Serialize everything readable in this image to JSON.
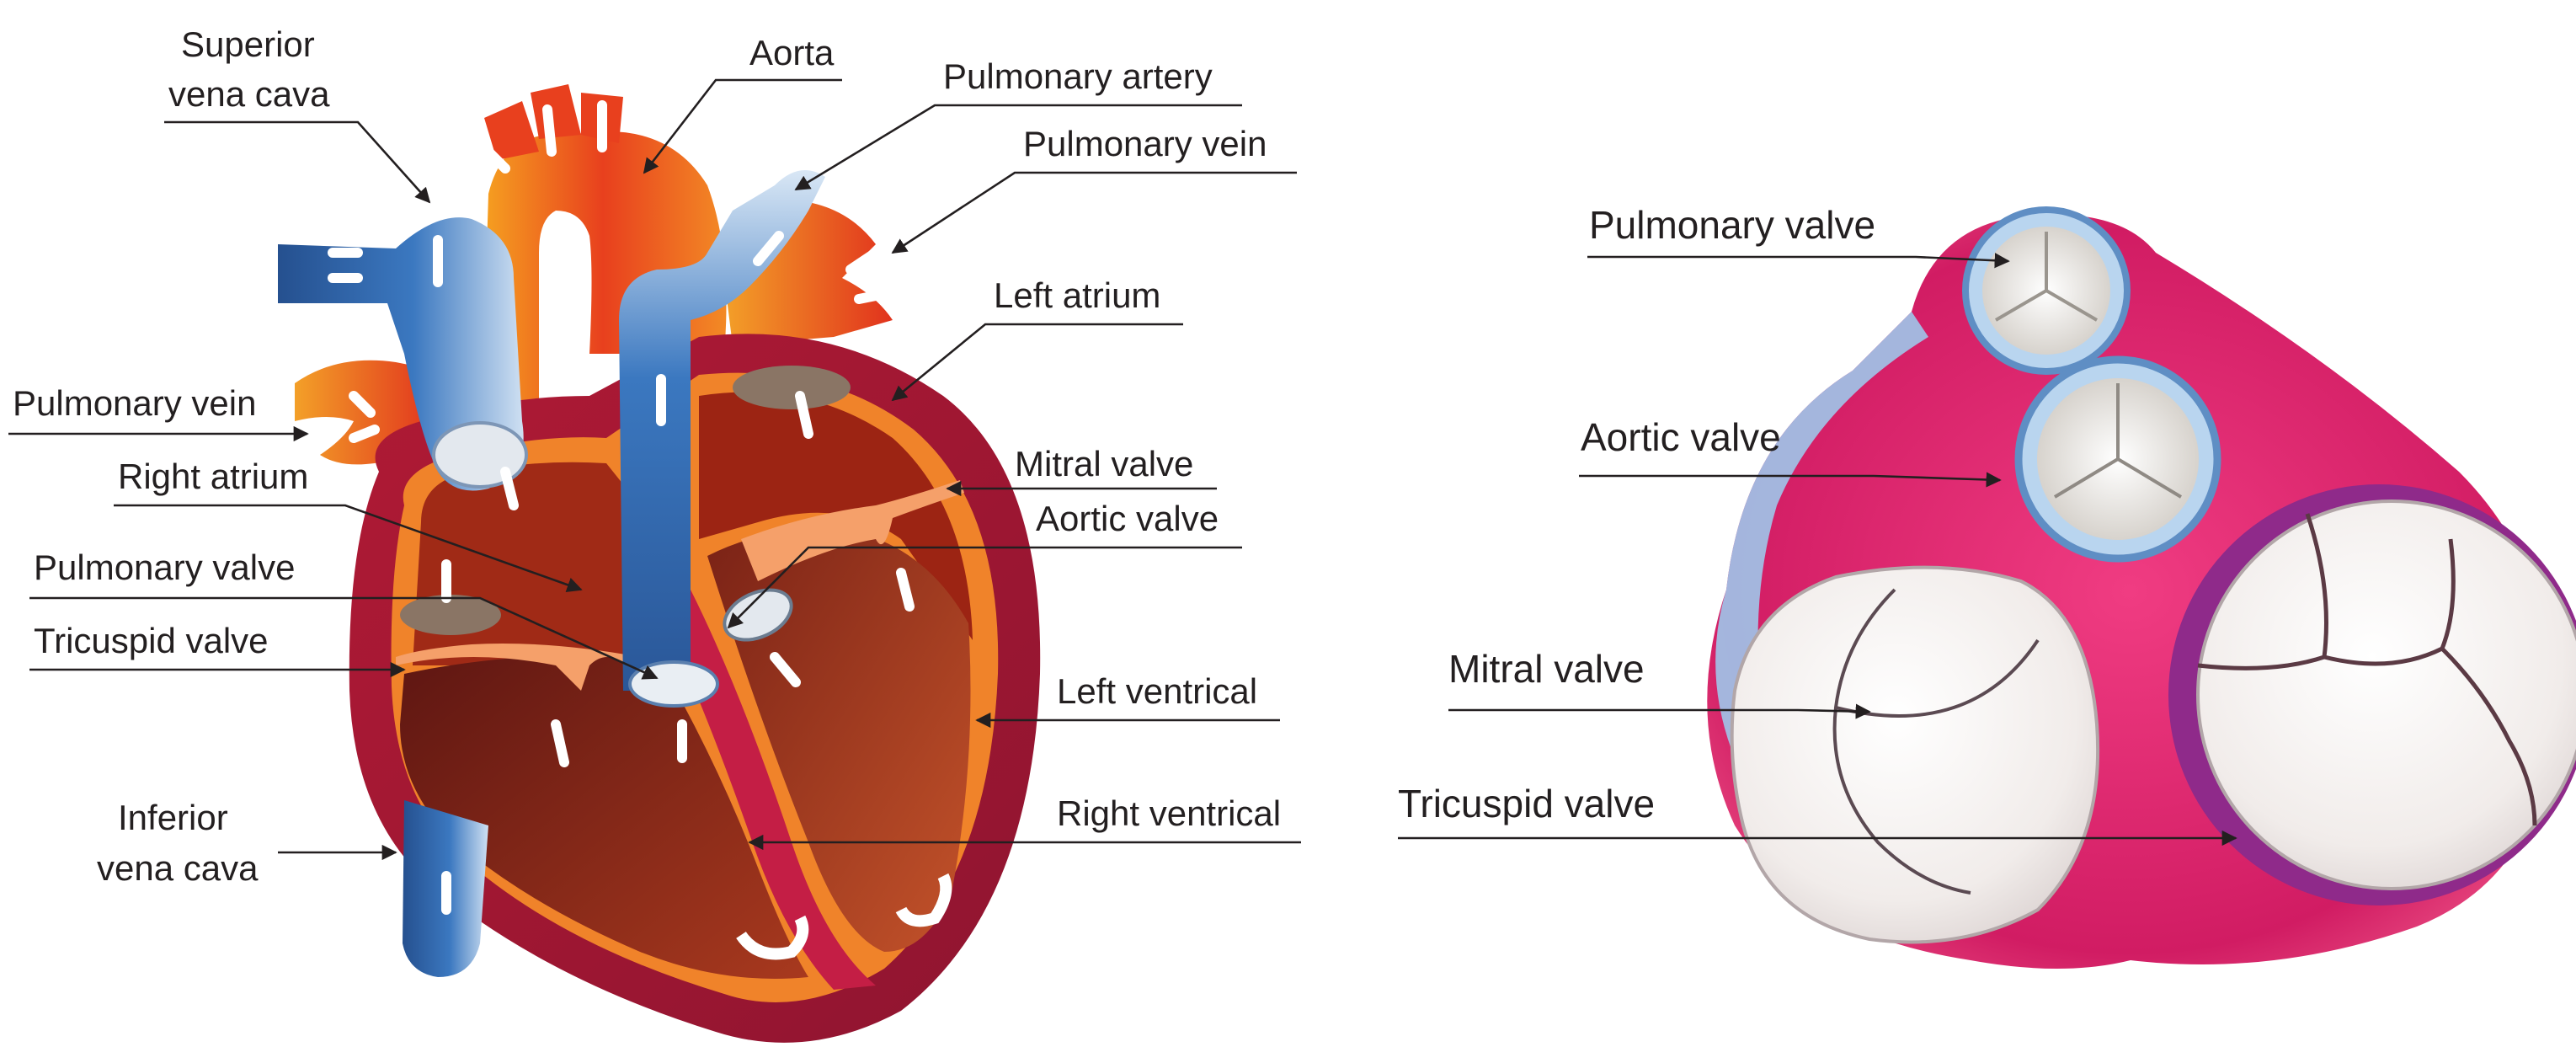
{
  "heart_diagram": {
    "labels": {
      "superior_vena_cava": [
        "Superior",
        "vena cava"
      ],
      "aorta": "Aorta",
      "pulmonary_artery": "Pulmonary artery",
      "pulmonary_vein_right": "Pulmonary vein",
      "left_atrium": "Left atrium",
      "pulmonary_vein_left": "Pulmonary vein",
      "right_atrium": "Right atrium",
      "mitral_valve": "Mitral valve",
      "aortic_valve": "Aortic valve",
      "pulmonary_valve": "Pulmonary valve",
      "tricuspid_valve": "Tricuspid valve",
      "left_ventrical": "Left ventrical",
      "right_ventrical": "Right ventrical",
      "inferior_vena_cava": [
        "Inferior",
        "vena cava"
      ]
    }
  },
  "valve_diagram": {
    "labels": {
      "pulmonary_valve": "Pulmonary valve",
      "aortic_valve": "Aortic valve",
      "mitral_valve": "Mitral valve",
      "tricuspid_valve": "Tricuspid valve"
    }
  },
  "colors": {
    "oxygen_poor_blue": "#2f63a8",
    "oxygen_rich_red": "#e63b1f",
    "heart_wall": "#b8193a",
    "chamber_dark": "#7a1f16",
    "valve_ring_pink": "#e2206e",
    "valve_ring_blue": "#9fc6ea"
  }
}
